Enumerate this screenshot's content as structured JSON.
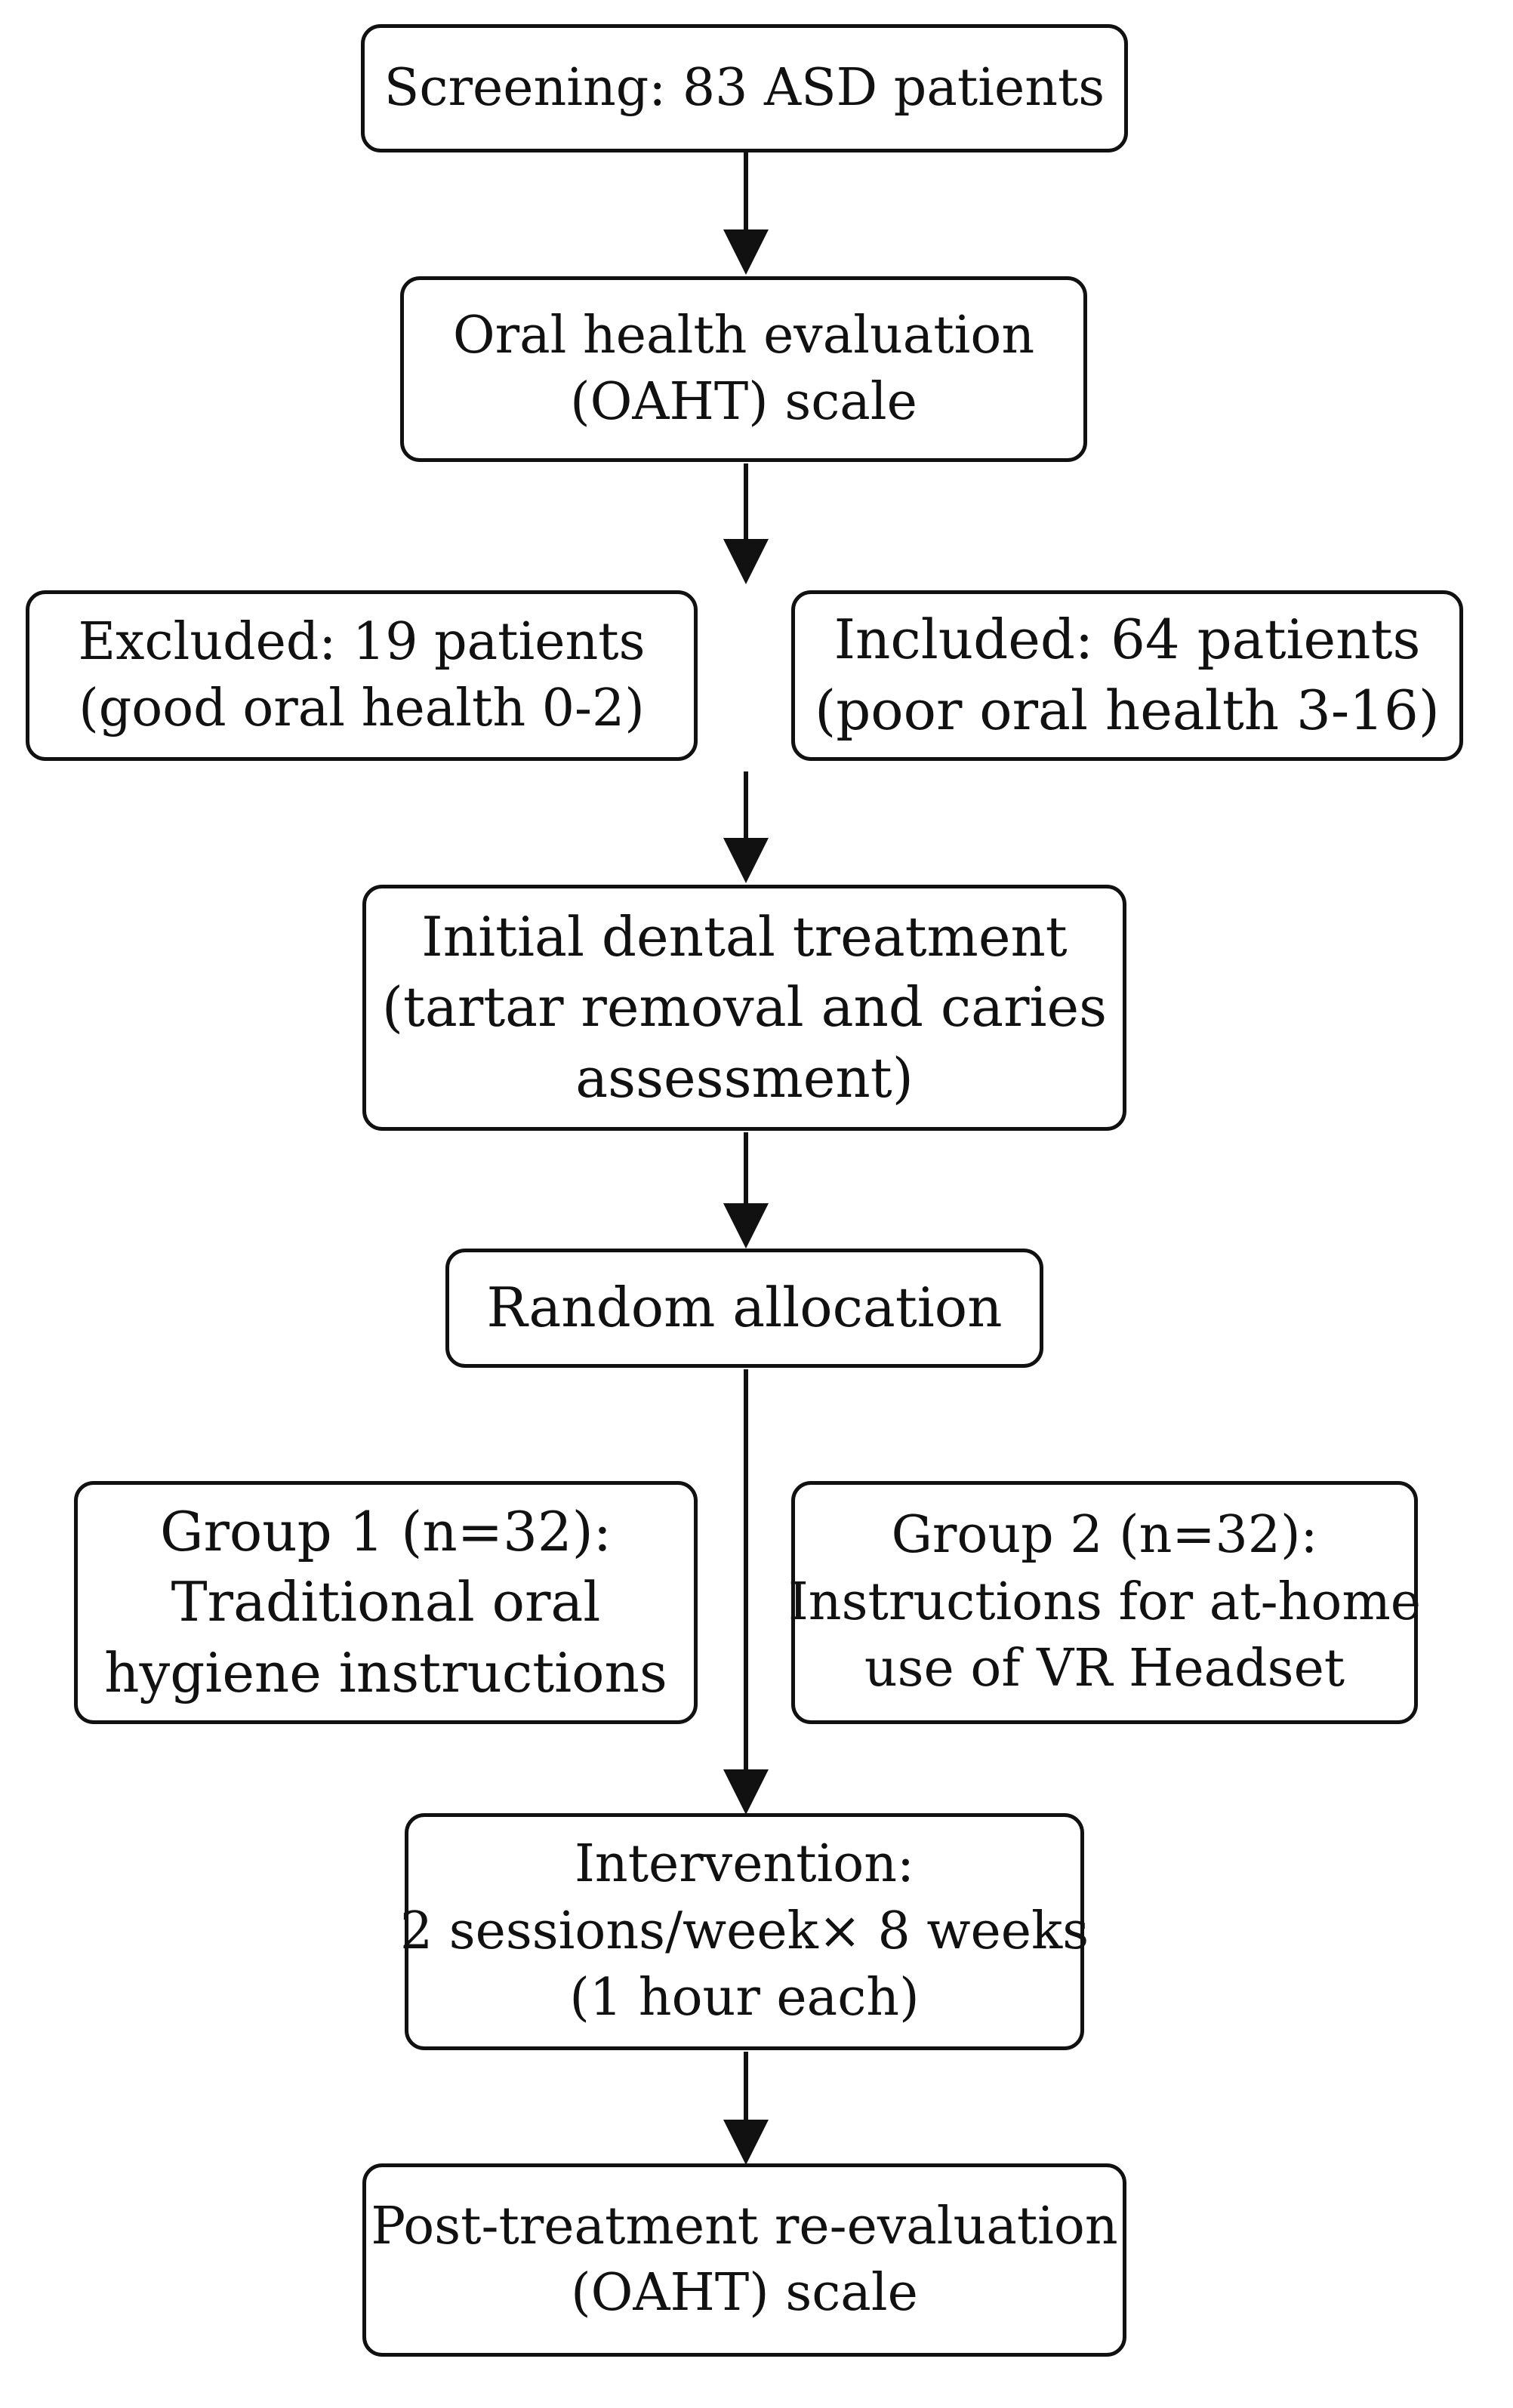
{
  "nodes": {
    "screening": [
      "Screening: 83 ASD patients"
    ],
    "oral_eval": [
      "Oral health evaluation",
      "(OAHT) scale"
    ],
    "excluded": [
      "Excluded: 19 patients",
      "(good oral health 0-2)"
    ],
    "included": [
      "Included: 64 patients",
      "(poor oral health 3-16)"
    ],
    "initial_treatment": [
      "Initial dental treatment",
      "(tartar removal and caries",
      "assessment)"
    ],
    "random_allocation": [
      "Random allocation"
    ],
    "group1": [
      "Group 1 (n=32):",
      "Traditional oral",
      "hygiene  instructions"
    ],
    "group2": [
      "Group 2 (n=32):",
      "Instructions for at-home",
      "use of VR Headset"
    ],
    "intervention": [
      "Intervention:",
      "2 sessions/week× 8 weeks",
      "(1 hour each)"
    ],
    "post_treatment": [
      "Post-treatment re-evaluation",
      "(OAHT) scale"
    ]
  }
}
